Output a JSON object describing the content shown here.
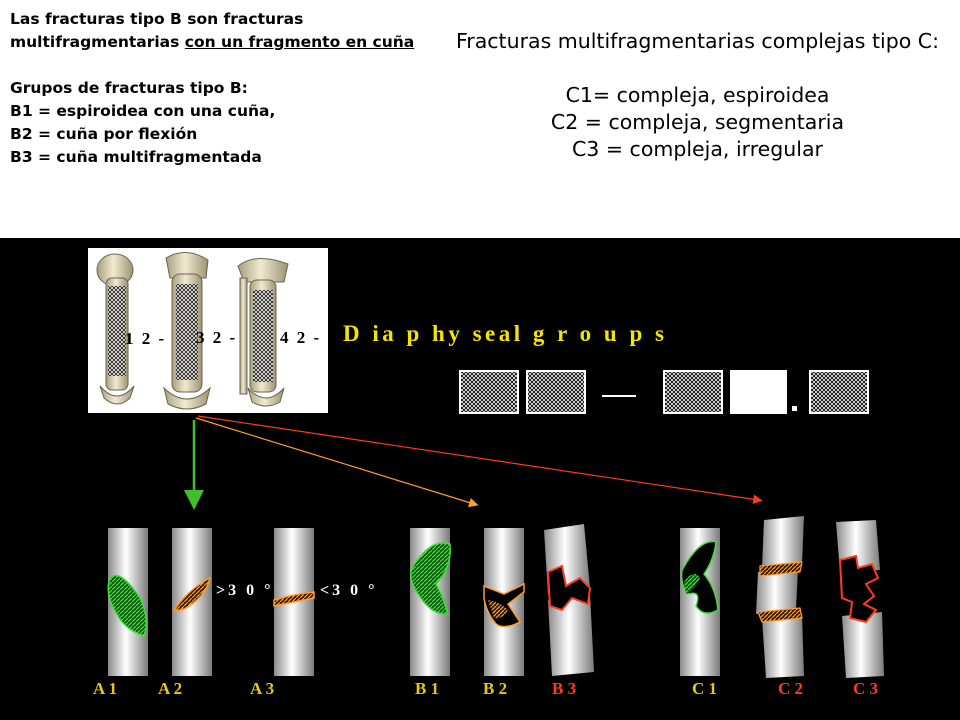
{
  "left_text": {
    "line1": "Las fracturas tipo B son fracturas multifragmentarias ",
    "line1_underlined": "con un fragmento en cuña",
    "groups_heading": "Grupos de fracturas tipo B:",
    "b1": "B1 = espiroidea con una cuña,",
    "b2": "B2 = cuña por flexión",
    "b3": "B3 = cuña multifragmentada"
  },
  "right_text": {
    "title": "Fracturas multifragmentarias complejas tipo C:",
    "c1": "C1= compleja, espiroidea",
    "c2": "C2 = compleja, segmentaria",
    "c3": "C3 = compleja, irregular"
  },
  "diagram": {
    "title": "D ia p hy seal g r o u p s",
    "bone_labels": [
      "1 2 -",
      "3 2 -",
      "4 2 -"
    ],
    "angle_labels": [
      ">3 0 °",
      "<3 0 °"
    ],
    "dash": "—",
    "dot": "."
  },
  "fracture_types": [
    {
      "label": "A 1",
      "color": "#e6c619"
    },
    {
      "label": "A 2",
      "color": "#e6c619"
    },
    {
      "label": "A 3",
      "color": "#e6c619"
    },
    {
      "label": "B 1",
      "color": "#e6c619"
    },
    {
      "label": "B 2",
      "color": "#e6c619"
    },
    {
      "label": "B 3",
      "color": "#ff3b1f"
    },
    {
      "label": "C 1",
      "color": "#e6c619"
    },
    {
      "label": "C 2",
      "color": "#ff3b1f"
    },
    {
      "label": "C 3",
      "color": "#ff3b1f"
    }
  ],
  "colors": {
    "green_arrow": "#3fbf2a",
    "red_arrow": "#ff3b1f",
    "fracture_green": "#2fbf2a",
    "fracture_orange": "#ff8c1a",
    "fracture_red": "#ff3b1f"
  }
}
